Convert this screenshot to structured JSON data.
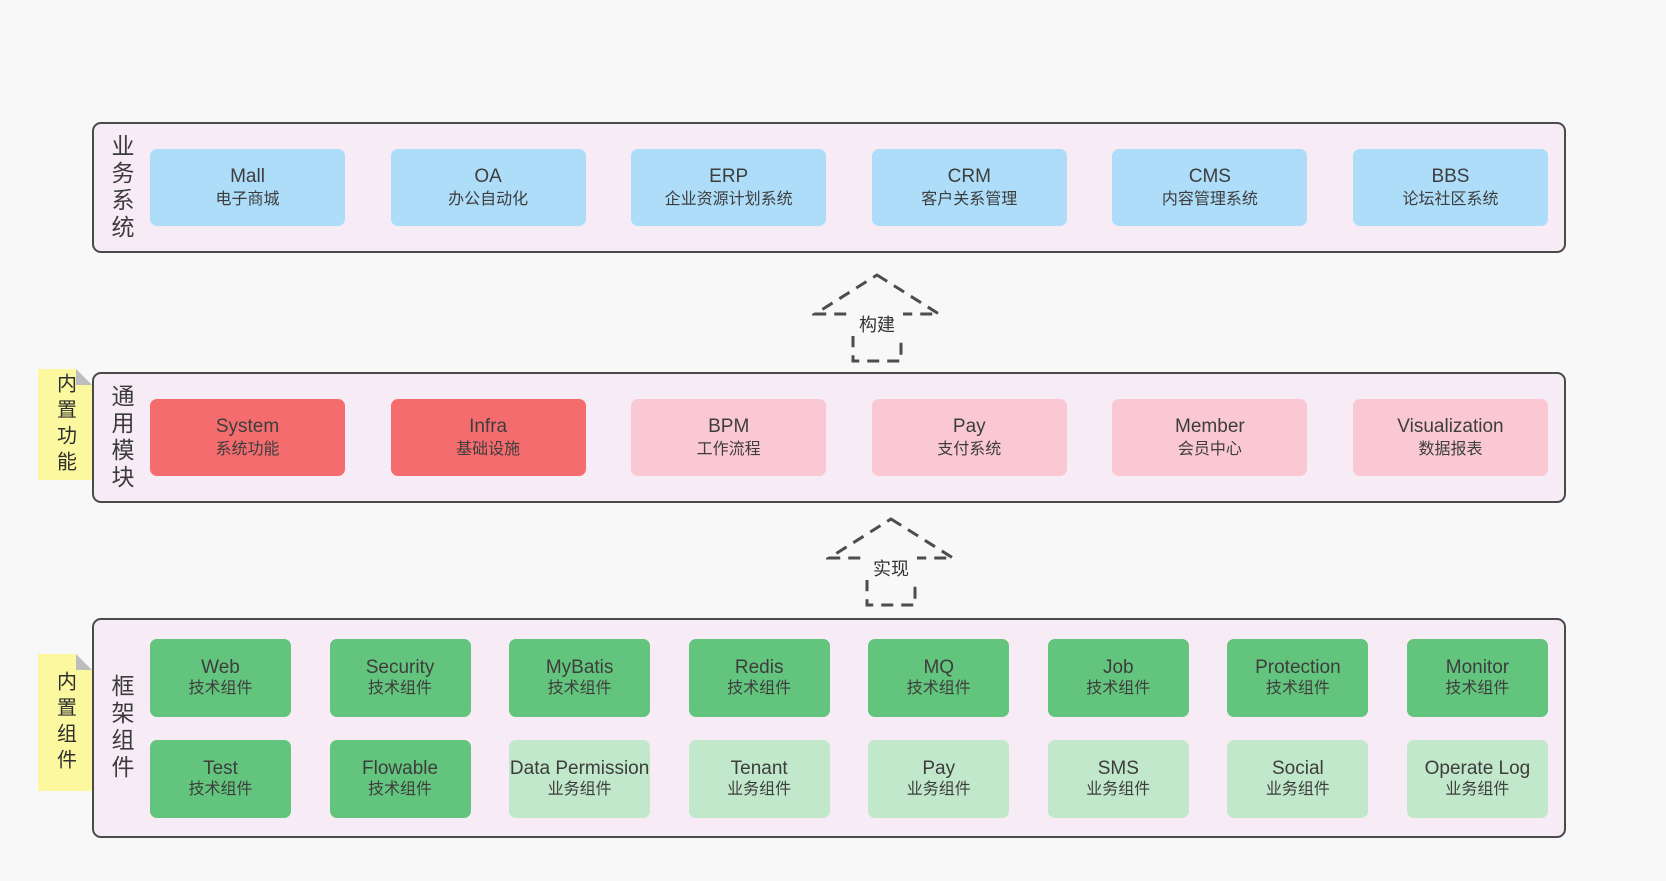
{
  "colors": {
    "page_bg": "#f8f8f8",
    "band_bg": "#f7ecf6",
    "band_border": "#4a4a4a",
    "note_bg": "#fbf8a0",
    "note_fold": "#bdbdbd",
    "arrow_stroke": "#4d4d4d",
    "blue": "#aeddf9",
    "red": "#f56c6f",
    "pink": "#fac8d3",
    "green": "#63c57d",
    "light_green": "#c1e8ca"
  },
  "bands": [
    {
      "label": "业务系统",
      "boxes": [
        {
          "title": "Mall",
          "subtitle": "电子商城"
        },
        {
          "title": "OA",
          "subtitle": "办公自动化"
        },
        {
          "title": "ERP",
          "subtitle": "企业资源计划系统"
        },
        {
          "title": "CRM",
          "subtitle": "客户关系管理"
        },
        {
          "title": "CMS",
          "subtitle": "内容管理系统"
        },
        {
          "title": "BBS",
          "subtitle": "论坛社区系统"
        }
      ]
    },
    {
      "label": "通用模块",
      "note": "内置功能",
      "boxes": [
        {
          "title": "System",
          "subtitle": "系统功能"
        },
        {
          "title": "Infra",
          "subtitle": "基础设施"
        },
        {
          "title": "BPM",
          "subtitle": "工作流程"
        },
        {
          "title": "Pay",
          "subtitle": "支付系统"
        },
        {
          "title": "Member",
          "subtitle": "会员中心"
        },
        {
          "title": "Visualization",
          "subtitle": "数据报表"
        }
      ]
    },
    {
      "label": "框架组件",
      "note": "内置组件",
      "rows": [
        [
          {
            "title": "Web",
            "subtitle": "技术组件"
          },
          {
            "title": "Security",
            "subtitle": "技术组件"
          },
          {
            "title": "MyBatis",
            "subtitle": "技术组件"
          },
          {
            "title": "Redis",
            "subtitle": "技术组件"
          },
          {
            "title": "MQ",
            "subtitle": "技术组件"
          },
          {
            "title": "Job",
            "subtitle": "技术组件"
          },
          {
            "title": "Protection",
            "subtitle": "技术组件"
          },
          {
            "title": "Monitor",
            "subtitle": "技术组件"
          }
        ],
        [
          {
            "title": "Test",
            "subtitle": "技术组件"
          },
          {
            "title": "Flowable",
            "subtitle": "技术组件"
          },
          {
            "title": "Data Permission",
            "subtitle": "业务组件"
          },
          {
            "title": "Tenant",
            "subtitle": "业务组件"
          },
          {
            "title": "Pay",
            "subtitle": "业务组件"
          },
          {
            "title": "SMS",
            "subtitle": "业务组件"
          },
          {
            "title": "Social",
            "subtitle": "业务组件"
          },
          {
            "title": "Operate Log",
            "subtitle": "业务组件"
          }
        ]
      ]
    }
  ],
  "arrows": [
    {
      "label": "构建"
    },
    {
      "label": "实现"
    }
  ]
}
